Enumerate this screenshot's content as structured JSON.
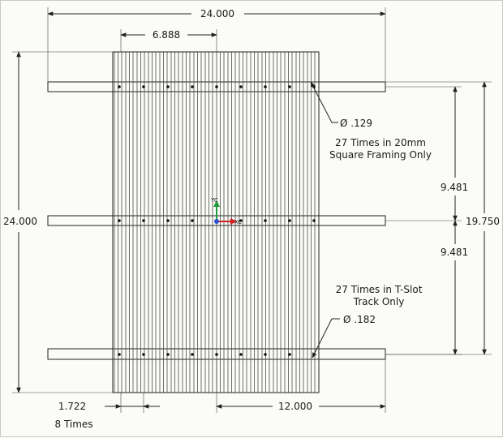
{
  "drawing": {
    "dimensions": {
      "overall_width": "24.000",
      "overall_height": "24.000",
      "first_offset": "6.888",
      "spacing_bottom": "1.722",
      "half_width": "12.000",
      "rail_span": "19.750",
      "upper_gap": "9.481",
      "lower_gap": "9.481"
    },
    "notes": {
      "upper_diameter": "Ø .129",
      "upper_count_line1": "27 Times in 20mm",
      "upper_count_line2": "Square Framing Only",
      "lower_count_line1": "27 Times in T-Slot",
      "lower_count_line2": "Track Only",
      "lower_diameter": "Ø .182",
      "spacing_times": "8 Times"
    },
    "triad": {
      "y_label": "YC",
      "x_label": "XC"
    },
    "colors": {
      "triad_y": "#1f9a3a",
      "triad_x": "#d21f1f",
      "triad_z": "#2a4fd0"
    }
  }
}
